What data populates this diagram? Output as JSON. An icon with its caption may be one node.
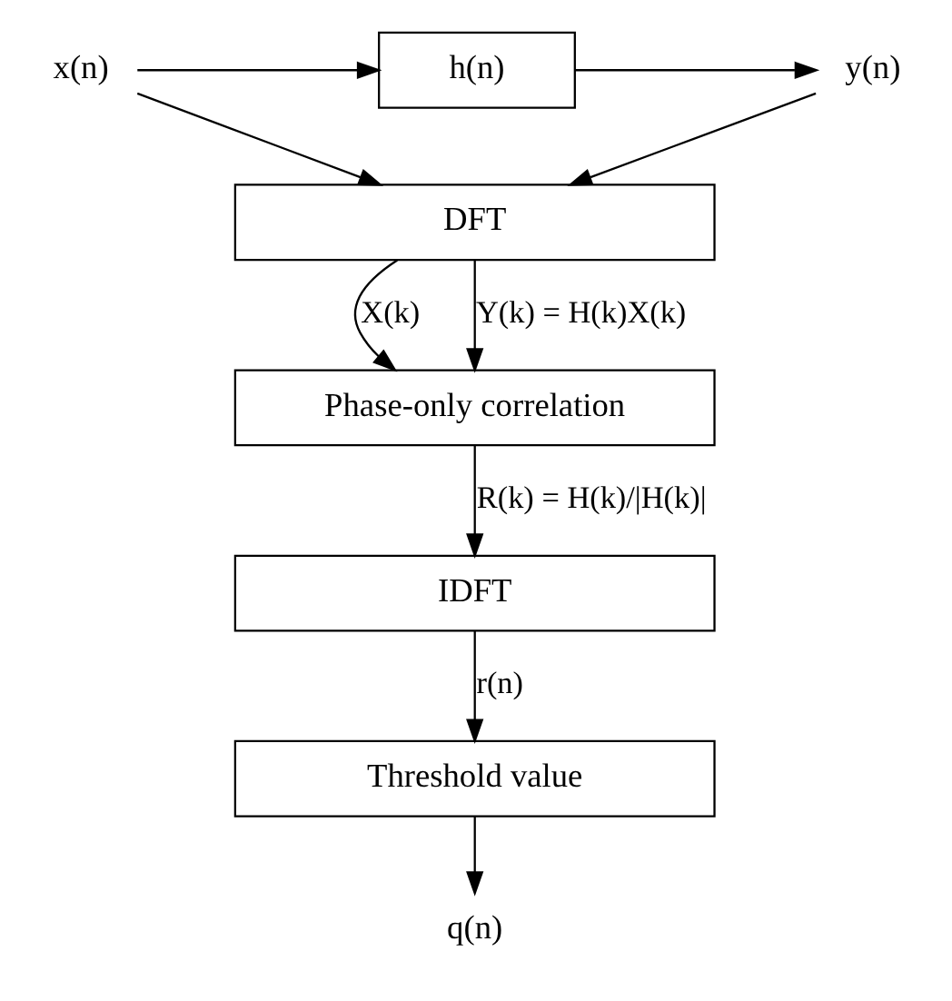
{
  "diagram": {
    "nodes": [
      {
        "text": [
          "x(n)"
        ]
      },
      {
        "text": [
          "h(n)"
        ]
      },
      {
        "text": [
          "y(n)"
        ]
      },
      {
        "text": [
          "DFT"
        ]
      },
      {
        "text": [
          "Phase-only correlation"
        ]
      },
      {
        "text": [
          "IDFT"
        ]
      },
      {
        "text": [
          "Threshold value"
        ]
      },
      {
        "text": [
          "q(n)"
        ]
      }
    ],
    "edges": [
      {
        "from": 0,
        "to": 1,
        "arrow": "to"
      },
      {
        "from": 1,
        "to": 2,
        "arrow": "to"
      },
      {
        "from": 0,
        "to": 3,
        "arrow": "to"
      },
      {
        "from": 2,
        "to": 3,
        "arrow": "to"
      },
      {
        "from": 3,
        "to": 4,
        "arrow": "to",
        "label": "X(k)"
      },
      {
        "from": 3,
        "to": 4,
        "arrow": "to",
        "label": "Y(k) = H(k)X(k)"
      },
      {
        "from": 4,
        "to": 5,
        "arrow": "to",
        "label": "R(k) = H(k)/|H(k)|"
      },
      {
        "from": 5,
        "to": 6,
        "arrow": "to",
        "label": "r(n)"
      },
      {
        "from": 6,
        "to": 7,
        "arrow": "to"
      }
    ]
  }
}
